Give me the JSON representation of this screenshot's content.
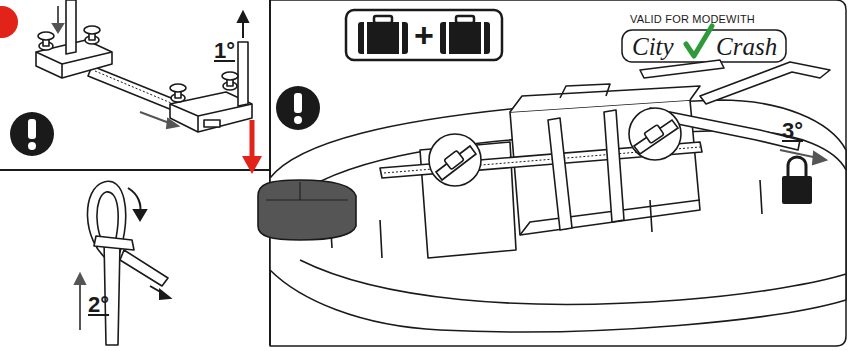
{
  "diagram": {
    "labels": [
      "1°",
      "+",
      "VALID FOR MODEWITH",
      "City",
      "Crash",
      "3°",
      "2°"
    ]
  }
}
